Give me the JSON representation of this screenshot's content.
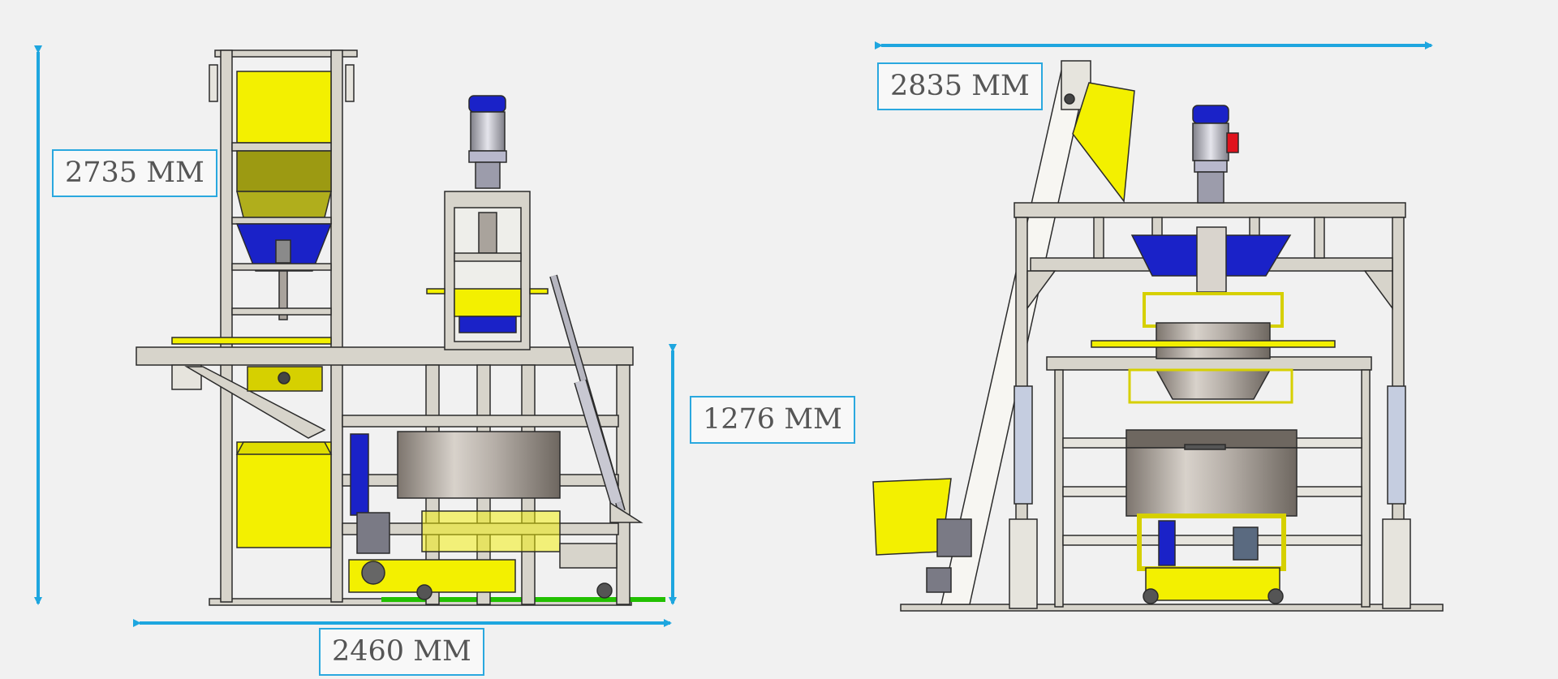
{
  "colors": {
    "dimension_line": "#1ea6df",
    "frame": "#d7d4cb",
    "frame_stroke": "#2b2b2b",
    "yellow": "#f3f000",
    "dark_yellow": "#9c9a12",
    "blue": "#1a22c8",
    "steel": "#a9a39c",
    "green": "#22c000",
    "red": "#e0131d"
  },
  "dimensions": {
    "overall_height": "2735 MM",
    "overall_length": "2460 MM",
    "table_height": "1276 MM",
    "overall_width": "2835 MM"
  },
  "icons": [
    "motor-icon",
    "mixer-drum-icon",
    "hopper-icon",
    "conveyor-icon"
  ]
}
